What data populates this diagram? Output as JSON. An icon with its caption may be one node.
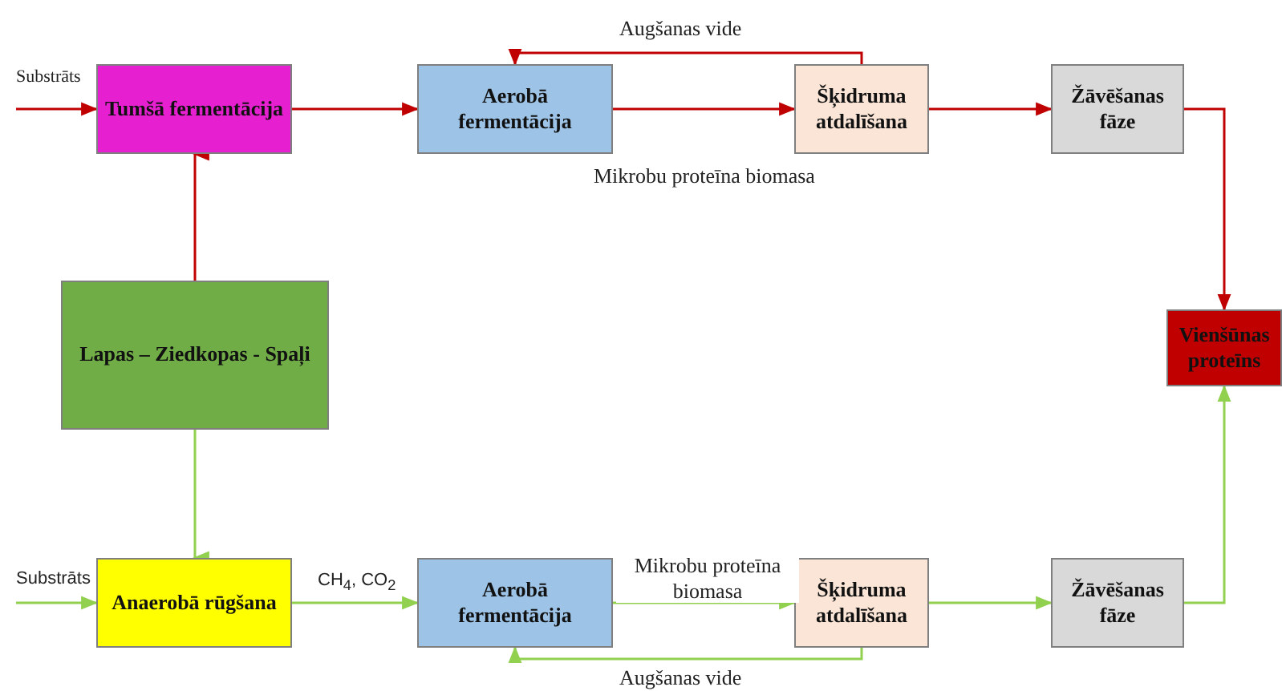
{
  "diagram": {
    "nodes": [
      {
        "text": [
          "Tumšā fermentācija"
        ]
      },
      {
        "text": [
          "Aerobā fermentācija"
        ]
      },
      {
        "text": [
          "Šķidruma atdalīšana"
        ]
      },
      {
        "text": [
          "Žāvēšanas fāze"
        ]
      },
      {
        "text": [
          "Lapas – Ziedkopas - Spaļi"
        ]
      },
      {
        "text": [
          "Vienšūnas proteīns"
        ]
      },
      {
        "text": [
          "Anaerobā rūgšana"
        ]
      },
      {
        "text": [
          "Aerobā fermentācija"
        ]
      },
      {
        "text": [
          "Šķidruma atdalīšana"
        ]
      },
      {
        "text": [
          "Žāvēšanas fāze"
        ]
      }
    ],
    "edges": [
      {
        "from": null,
        "to": 0,
        "arrow": "to",
        "label": "Substrāts",
        "color": "#c00000"
      },
      {
        "from": 0,
        "to": 1,
        "arrow": "to",
        "color": "#c00000"
      },
      {
        "from": 1,
        "to": 2,
        "arrow": "to",
        "label": "Mikrobu proteīna biomasa",
        "color": "#c00000"
      },
      {
        "from": 2,
        "to": 1,
        "arrow": "to",
        "label": "Augšanas vide",
        "color": "#c00000"
      },
      {
        "from": 2,
        "to": 3,
        "arrow": "to",
        "color": "#c00000"
      },
      {
        "from": 3,
        "to": 5,
        "arrow": "to",
        "color": "#c00000"
      },
      {
        "from": 4,
        "to": 0,
        "arrow": "to",
        "color": "#c00000"
      },
      {
        "from": 4,
        "to": 6,
        "arrow": "to",
        "color": "#92d050"
      },
      {
        "from": null,
        "to": 6,
        "arrow": "to",
        "label": "Substrāts",
        "color": "#92d050"
      },
      {
        "from": 6,
        "to": 7,
        "arrow": "to",
        "label": "CH$_{4}$, CO$_{2}$",
        "color": "#92d050"
      },
      {
        "from": 7,
        "to": 8,
        "arrow": "to",
        "label": "Mikrobu proteīna biomasa",
        "color": "#92d050"
      },
      {
        "from": 8,
        "to": 7,
        "arrow": "to",
        "label": "Augšanas vide",
        "color": "#92d050"
      },
      {
        "from": 8,
        "to": 9,
        "arrow": "to",
        "color": "#92d050"
      },
      {
        "from": 9,
        "to": 5,
        "arrow": "to",
        "color": "#92d050"
      }
    ]
  }
}
